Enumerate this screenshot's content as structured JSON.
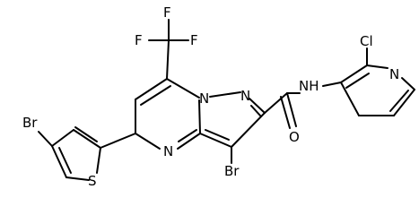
{
  "molecule": {
    "atoms": {
      "f1": "F",
      "f2": "F",
      "f3": "F",
      "n_bridge": "N",
      "n_pyrazole": "N",
      "n_pyrimidine": "N",
      "br_core": "Br",
      "br_thiophene": "Br",
      "s": "S",
      "nh": "NH",
      "o": "O",
      "cl": "Cl",
      "n_pyridine": "N"
    }
  }
}
